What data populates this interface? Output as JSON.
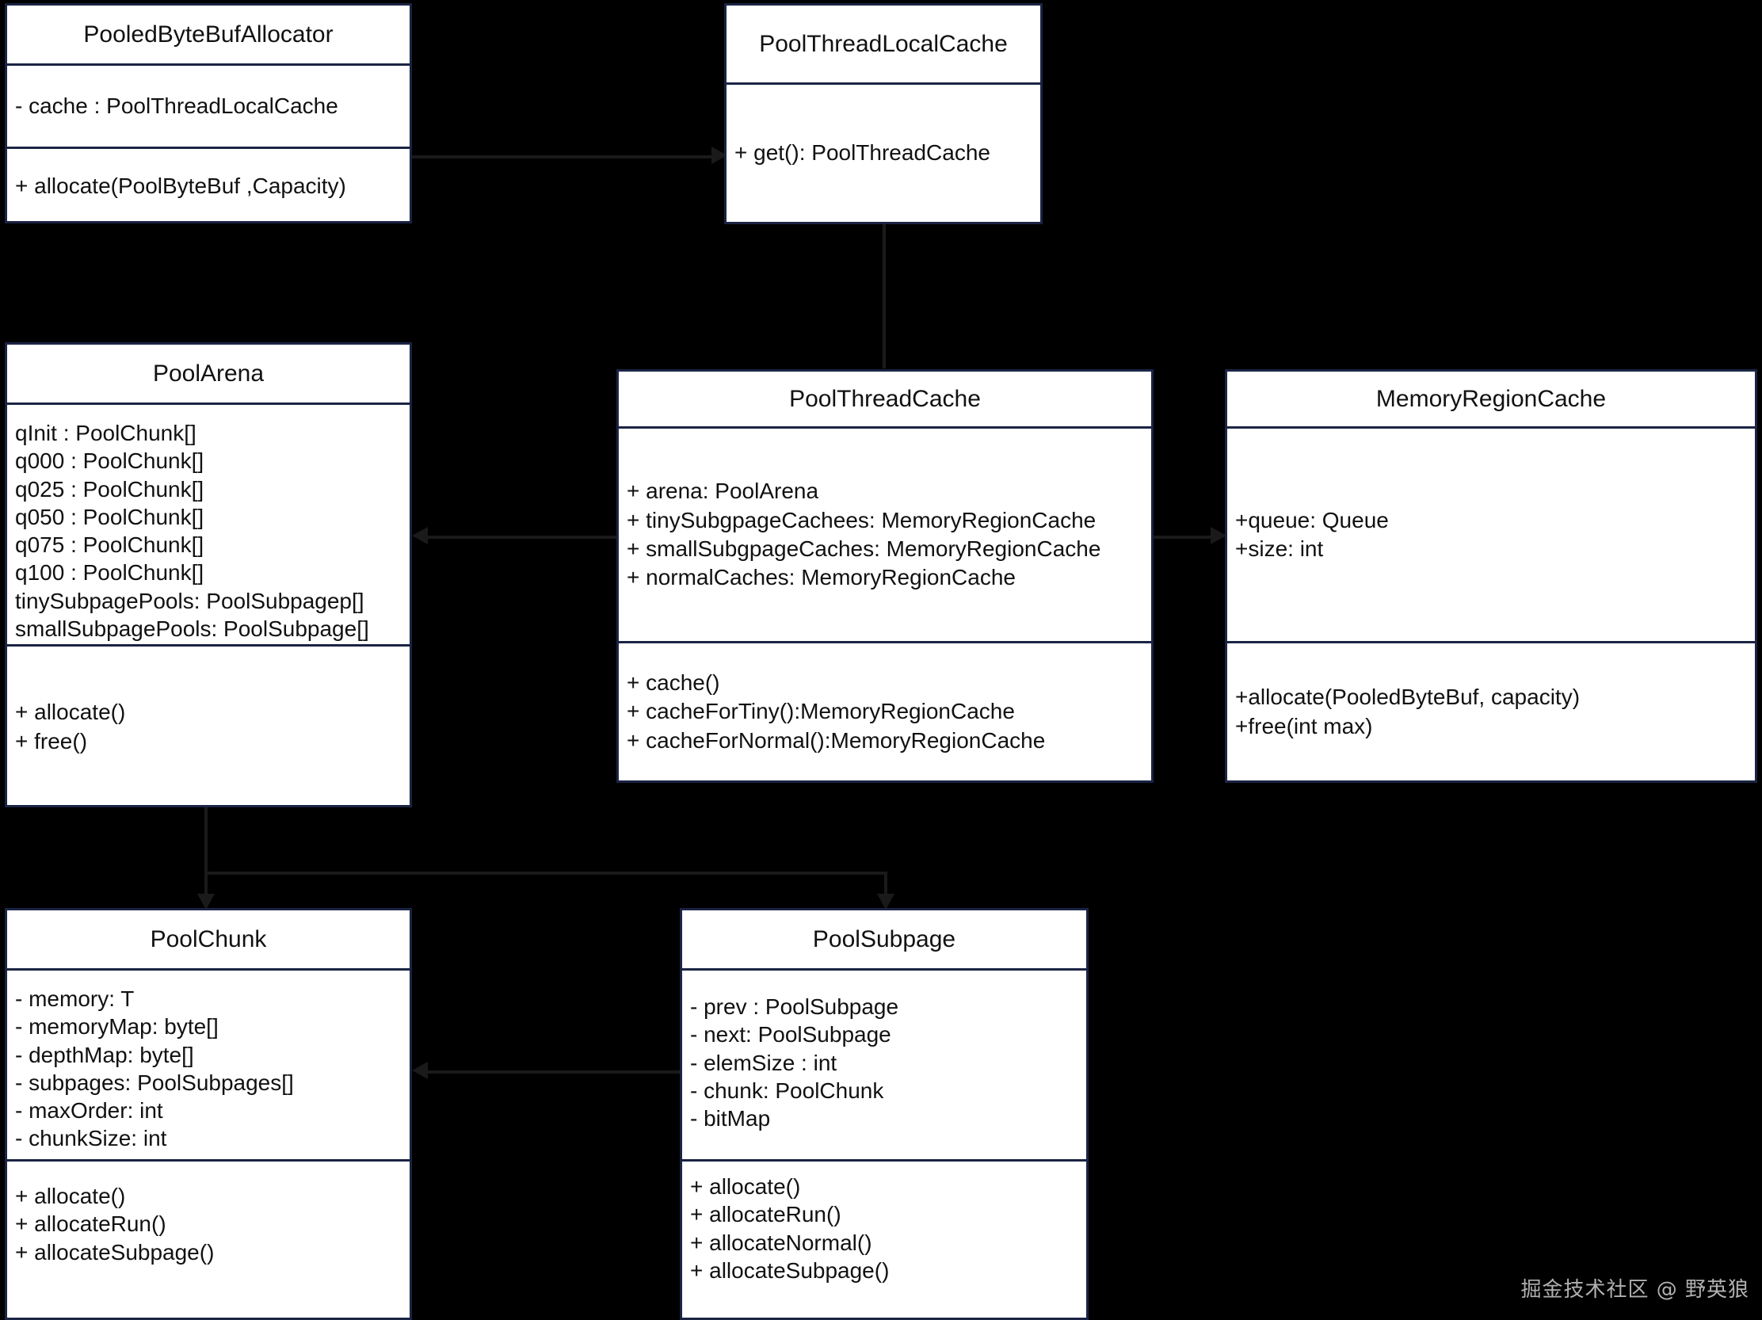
{
  "diagram": {
    "title": "Netty Pooled Allocator UML class diagram",
    "background_color": "#000000",
    "box_fill": "#ffffff",
    "box_border": "#1b2444",
    "connector_color": "#1a1a1a"
  },
  "classes": {
    "pooled_byte_buf_allocator": {
      "name": "PooledByteBufAllocator",
      "attributes": [
        "- cache : PoolThreadLocalCache"
      ],
      "methods": [
        "+ allocate(PoolByteBuf ,Capacity)"
      ]
    },
    "pool_thread_local_cache": {
      "name": "PoolThreadLocalCache",
      "attributes": [],
      "methods": [
        "+ get(): PoolThreadCache"
      ]
    },
    "pool_arena": {
      "name": "PoolArena",
      "attributes": [
        "qInit :  PoolChunk[]",
        "q000 :  PoolChunk[]",
        "q025 :  PoolChunk[]",
        "q050 :  PoolChunk[]",
        "q075 :  PoolChunk[]",
        "q100 :  PoolChunk[]",
        "tinySubpagePools: PoolSubpagep[]",
        "smallSubpagePools: PoolSubpage[]"
      ],
      "methods": [
        "+ allocate()",
        "+ free()"
      ]
    },
    "pool_thread_cache": {
      "name": "PoolThreadCache",
      "attributes": [
        "+ arena: PoolArena",
        "+ tinySubgpageCachees: MemoryRegionCache",
        "+ smallSubgpageCaches: MemoryRegionCache",
        "+ normalCaches: MemoryRegionCache"
      ],
      "methods": [
        "+ cache()",
        "+ cacheForTiny():MemoryRegionCache",
        "+ cacheForNormal():MemoryRegionCache"
      ]
    },
    "memory_region_cache": {
      "name": "MemoryRegionCache",
      "attributes": [
        "+queue: Queue",
        "+size: int"
      ],
      "methods": [
        "+allocate(PooledByteBuf, capacity)",
        "+free(int max)"
      ]
    },
    "pool_chunk": {
      "name": "PoolChunk",
      "attributes": [
        "- memory: T",
        "- memoryMap: byte[]",
        "- depthMap: byte[]",
        "- subpages: PoolSubpages[]",
        "- maxOrder: int",
        "- chunkSize: int"
      ],
      "methods": [
        "+ allocate()",
        "+ allocateRun()",
        "+ allocateSubpage()"
      ]
    },
    "pool_subpage": {
      "name": "PoolSubpage",
      "attributes": [
        "- prev : PoolSubpage",
        "- next: PoolSubpage",
        "- elemSize : int",
        "- chunk: PoolChunk",
        "- bitMap"
      ],
      "methods": [
        "+ allocate()",
        "+ allocateRun()",
        "+ allocateNormal()",
        "+ allocateSubpage()"
      ]
    }
  },
  "watermark": {
    "text": "掘金技术社区 @ 野英狼"
  }
}
